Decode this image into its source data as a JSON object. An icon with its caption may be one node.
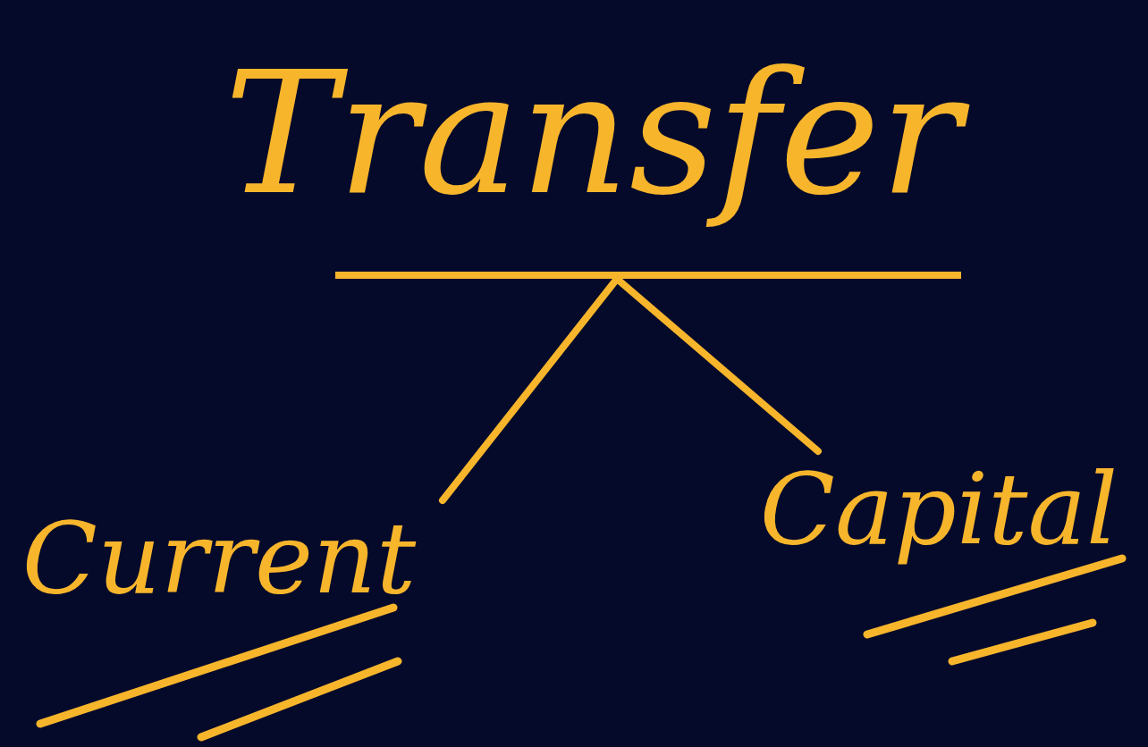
{
  "diagram": {
    "nodes": [
      {
        "text": [
          "Transfer"
        ]
      },
      {
        "text": [
          "Current"
        ]
      },
      {
        "text": [
          "Capital"
        ]
      }
    ],
    "edges": [
      {
        "from": 0,
        "to": 1,
        "arrow": "none"
      },
      {
        "from": 0,
        "to": 2,
        "arrow": "none"
      }
    ]
  }
}
